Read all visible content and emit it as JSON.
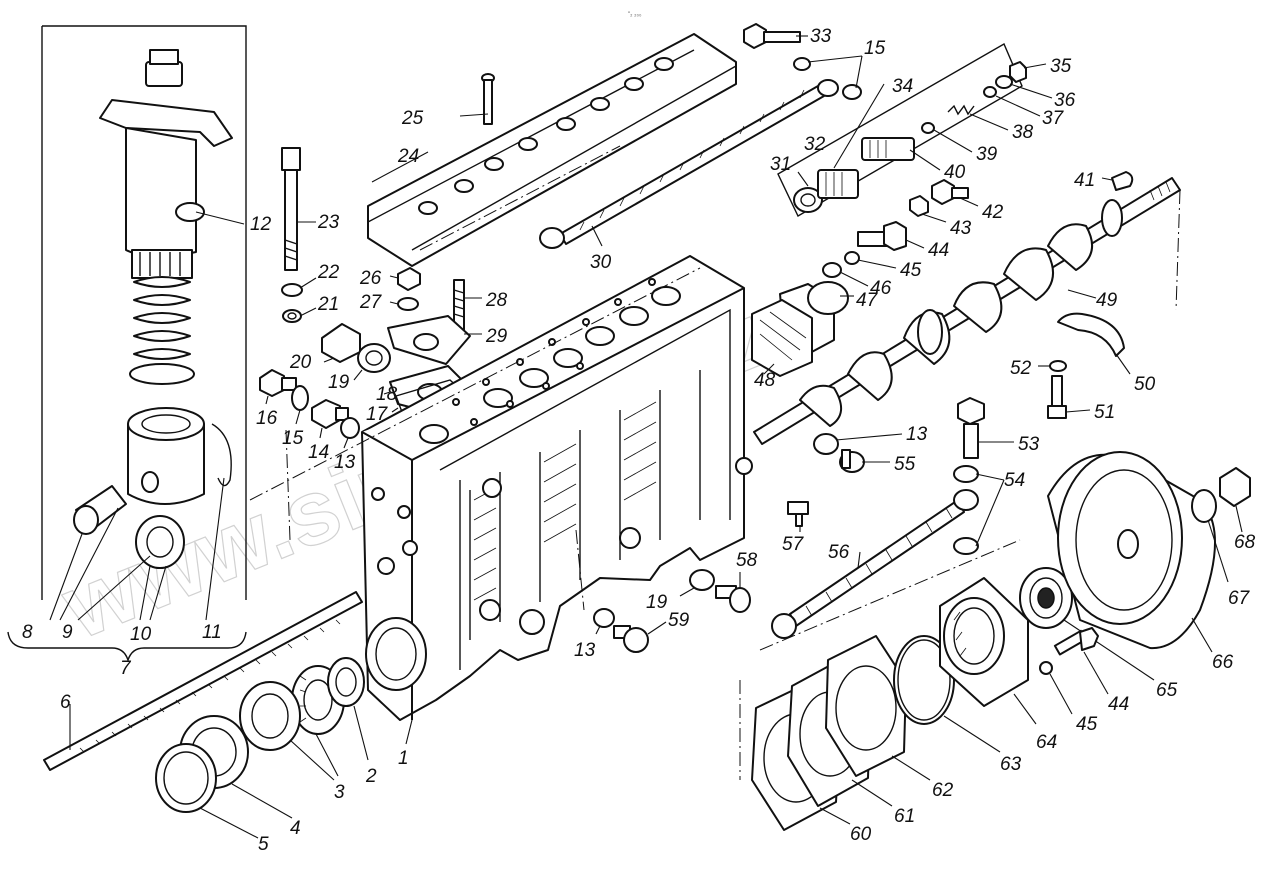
{
  "header_mark": "\"₂ ₂₀₀",
  "watermark": "www.sinntopo.kz",
  "labels": {
    "p1": "1",
    "p2": "2",
    "p3": "3",
    "p4": "4",
    "p5": "5",
    "p6": "6",
    "p7": "7",
    "p8": "8",
    "p9": "9",
    "p10": "10",
    "p11": "11",
    "p12": "12",
    "p13a": "13",
    "p13b": "13",
    "p13c": "13",
    "p14": "14",
    "p15a": "15",
    "p15b": "15",
    "p16": "16",
    "p17": "17",
    "p18": "18",
    "p19a": "19",
    "p19b": "19",
    "p20": "20",
    "p21": "21",
    "p22": "22",
    "p23": "23",
    "p24": "24",
    "p25": "25",
    "p26": "26",
    "p27": "27",
    "p28": "28",
    "p29": "29",
    "p30": "30",
    "p31": "31",
    "p32": "32",
    "p33": "33",
    "p34": "34",
    "p35": "35",
    "p36": "36",
    "p37": "37",
    "p38": "38",
    "p39": "39",
    "p40": "40",
    "p41": "41",
    "p42": "42",
    "p43": "43",
    "p44a": "44",
    "p44b": "44",
    "p45a": "45",
    "p45b": "45",
    "p46": "46",
    "p47": "47",
    "p48": "48",
    "p49": "49",
    "p50": "50",
    "p51": "51",
    "p52": "52",
    "p53": "53",
    "p54": "54",
    "p55": "55",
    "p56": "56",
    "p57": "57",
    "p58": "58",
    "p59": "59",
    "p60": "60",
    "p61": "61",
    "p62": "62",
    "p63": "63",
    "p64": "64",
    "p65": "65",
    "p66": "66",
    "p67": "67",
    "p68": "68"
  }
}
